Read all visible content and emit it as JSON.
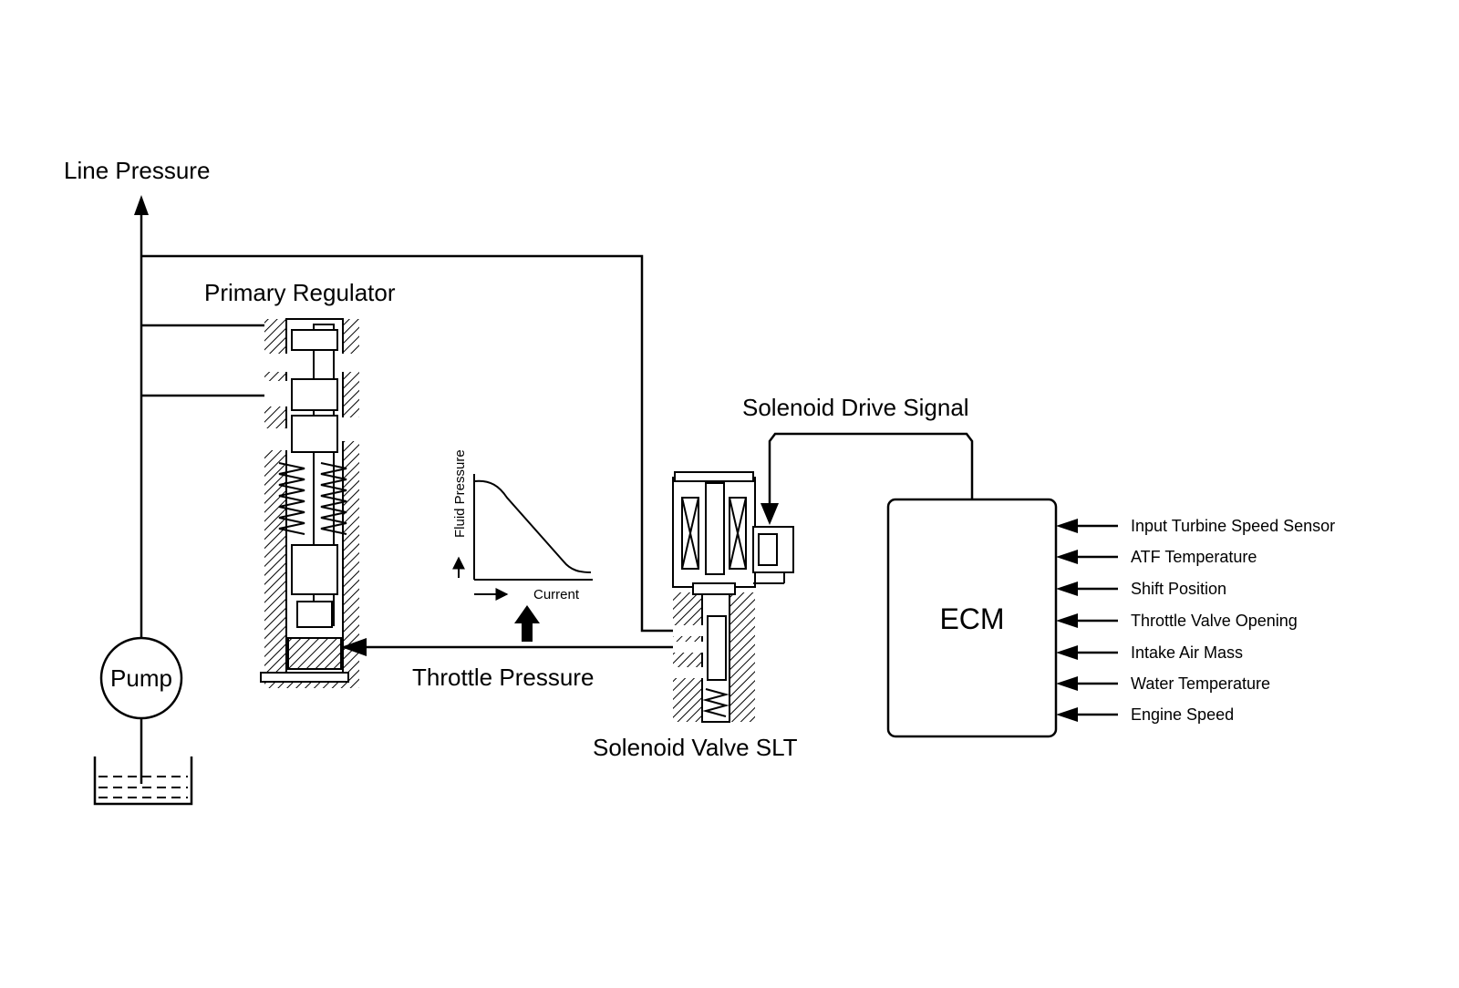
{
  "labels": {
    "line_pressure": "Line Pressure",
    "primary_regulator": "Primary Regulator",
    "pump": "Pump",
    "throttle_pressure": "Throttle Pressure",
    "solenoid_valve_slt": "Solenoid Valve SLT",
    "solenoid_drive_signal": "Solenoid Drive Signal",
    "ecm": "ECM"
  },
  "graph": {
    "y_label": "Fluid Pressure",
    "x_label": "Current"
  },
  "ecm_inputs": [
    "Input Turbine Speed Sensor",
    "ATF Temperature",
    "Shift Position",
    "Throttle Valve Opening",
    "Intake Air Mass",
    "Water Temperature",
    "Engine Speed"
  ]
}
